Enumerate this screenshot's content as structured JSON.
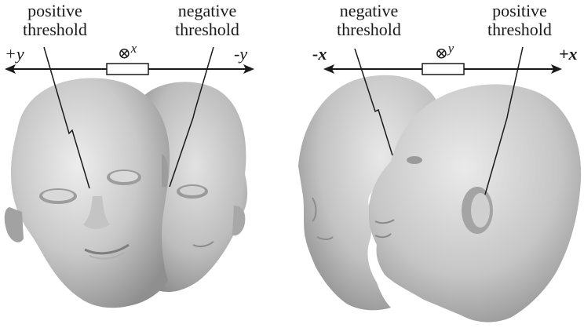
{
  "left_panel": {
    "label_positive": [
      "positive",
      "threshold"
    ],
    "label_negative": [
      "negative",
      "threshold"
    ],
    "axis_left": "+y",
    "axis_right": "-y",
    "rotation_symbol": "⊗",
    "rotation_axis": "x"
  },
  "right_panel": {
    "label_negative": [
      "negative",
      "threshold"
    ],
    "label_positive": [
      "positive",
      "threshold"
    ],
    "axis_left": "-x",
    "axis_right": "+x",
    "rotation_symbol": "⊗",
    "rotation_axis": "y"
  },
  "colors": {
    "ink": "#1a1a1a",
    "head_light": "#dcdcdc",
    "head_mid": "#b4b4b4",
    "head_dark": "#8a8a8a"
  }
}
